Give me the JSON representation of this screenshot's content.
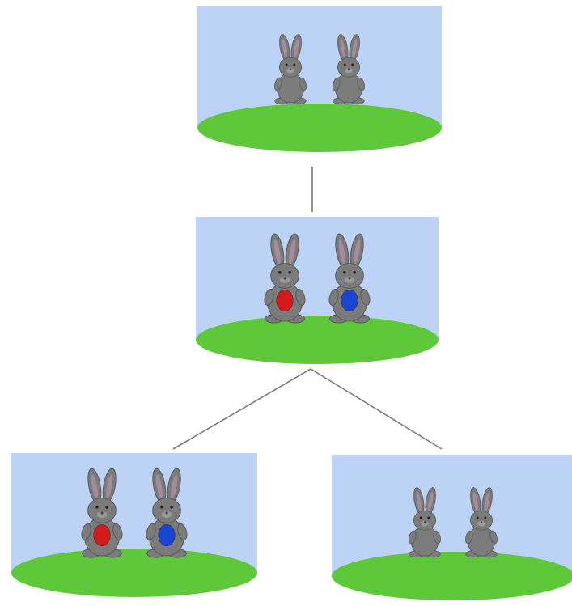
{
  "diagram": {
    "type": "tree",
    "nodes": [
      {
        "id": "node-top",
        "level": 1,
        "bunnies": [
          {
            "egg": null
          },
          {
            "egg": null
          }
        ]
      },
      {
        "id": "node-middle",
        "level": 2,
        "bunnies": [
          {
            "egg": "red"
          },
          {
            "egg": "blue"
          }
        ]
      },
      {
        "id": "node-bottom-left",
        "level": 3,
        "bunnies": [
          {
            "egg": "red"
          },
          {
            "egg": "blue"
          }
        ]
      },
      {
        "id": "node-bottom-right",
        "level": 3,
        "bunnies": [
          {
            "egg": null
          },
          {
            "egg": null
          }
        ]
      }
    ],
    "edges": [
      {
        "from": "node-top",
        "to": "node-middle"
      },
      {
        "from": "node-middle",
        "to": "node-bottom-left"
      },
      {
        "from": "node-middle",
        "to": "node-bottom-right"
      }
    ]
  },
  "colors": {
    "sky": "#bcd3f6",
    "grass": "#5ec83a",
    "bunny_fur": "#7b7b7b",
    "bunny_outline": "#5a5a5a",
    "bunny_inner_ear": "#a58a9a",
    "egg_red": "#d41a1a",
    "egg_blue": "#1a44d4",
    "edge": "#7a7a7a"
  }
}
